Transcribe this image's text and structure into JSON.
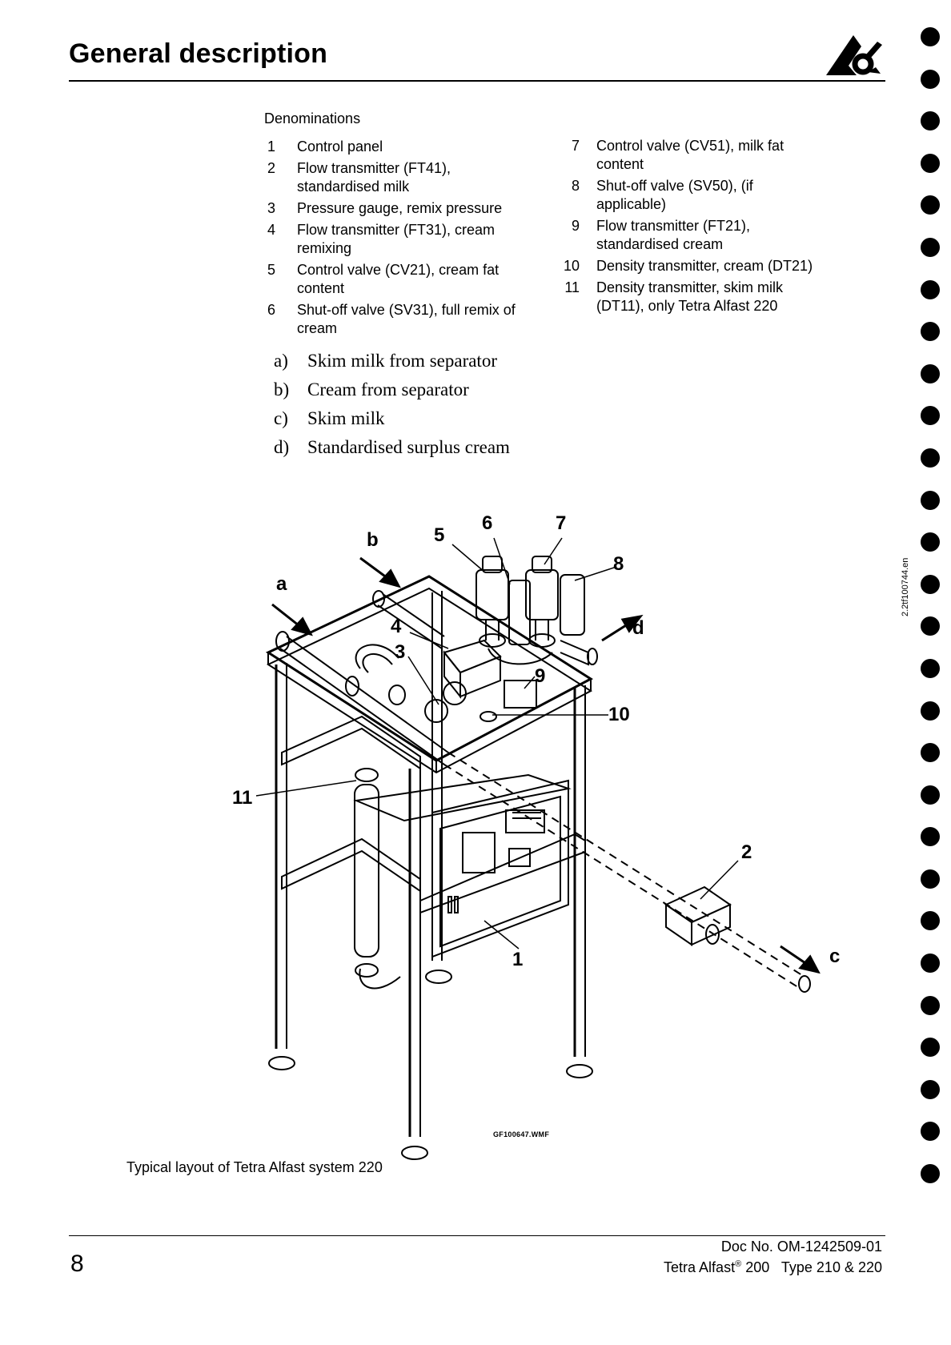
{
  "header": {
    "title": "General description"
  },
  "denominations": {
    "heading": "Denominations",
    "left_items": [
      {
        "num": "1",
        "text": "Control panel"
      },
      {
        "num": "2",
        "text": "Flow transmitter (FT41), standardised milk"
      },
      {
        "num": "3",
        "text": "Pressure gauge, remix pressure"
      },
      {
        "num": "4",
        "text": "Flow transmitter (FT31), cream remixing"
      },
      {
        "num": "5",
        "text": "Control valve (CV21), cream fat content"
      },
      {
        "num": "6",
        "text": "Shut-off valve (SV31), full remix of cream"
      }
    ],
    "right_items": [
      {
        "num": "7",
        "text": "Control valve (CV51), milk fat content"
      },
      {
        "num": "8",
        "text": "Shut-off valve (SV50), (if applicable)"
      },
      {
        "num": "9",
        "text": "Flow transmitter (FT21), standardised cream"
      },
      {
        "num": "10",
        "text": "Density transmitter, cream (DT21)"
      },
      {
        "num": "11",
        "text": "Density transmitter, skim milk (DT11), only Tetra Alfast 220"
      }
    ],
    "flows": [
      {
        "key": "a)",
        "text": "Skim milk from separator"
      },
      {
        "key": "b)",
        "text": "Cream from separator"
      },
      {
        "key": "c)",
        "text": "Skim milk"
      },
      {
        "key": "d)",
        "text": "Standardised surplus cream"
      }
    ]
  },
  "figure": {
    "labels": {
      "a": "a",
      "b": "b",
      "c": "c",
      "d": "d",
      "n1": "1",
      "n2": "2",
      "n3": "3",
      "n4": "4",
      "n5": "5",
      "n6": "6",
      "n7": "7",
      "n8": "8",
      "n9": "9",
      "n10": "10",
      "n11": "11"
    },
    "filename": "GF100647.WMF",
    "caption": "Typical layout of Tetra Alfast system 220",
    "side_code": "2.2tf100744.en"
  },
  "footer": {
    "page_number": "8",
    "doc_no": "Doc No. OM-1242509-01",
    "product_prefix": "Tetra Alfast",
    "product_reg": "®",
    "product_suffix": " 200   Type 210 & 220"
  },
  "binder_holes": 28
}
